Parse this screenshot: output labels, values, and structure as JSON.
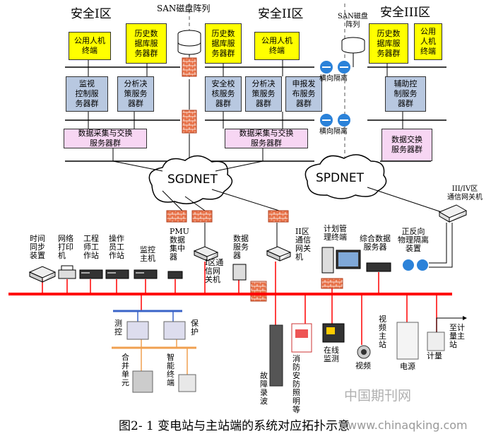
{
  "zones": {
    "zone1": "安全I区",
    "zone2": "安全II区",
    "zone3": "安全III区"
  },
  "san": {
    "top": "SAN磁盘阵列",
    "mid": "SAN磁盘\n阵列"
  },
  "boxes": {
    "z1_public": "公用人机\n终端",
    "z1_history": "历史数\n据库服\n务器群",
    "z1_monitor": "监视\n控制服\n务器群",
    "z1_analysis": "分析决\n策服务\n器群",
    "z1_collect": "数据采集与交换\n服务器群",
    "z2_history": "历史数\n据库服\n务器群",
    "z2_public": "公用人机\n终端",
    "z2_security": "安全校\n核服务\n器群",
    "z2_analysis": "分析决\n策服务\n器群",
    "z2_publish": "申报发\n布服务\n器群",
    "z2_collect": "数据采集与交换\n服务器群",
    "z3_history": "历史数\n据库服\n务器群",
    "z3_public": "公用\n人机\n终端",
    "z3_aux": "辅助控\n制服务\n器群",
    "z3_exchange": "数据交换\n服务器群"
  },
  "isolation": {
    "label1": "横向隔离",
    "label2": "横向隔离"
  },
  "clouds": {
    "sgdnet": "SGDNET",
    "spdnet": "SPDNET"
  },
  "gateway34": "III/IV区\n通信网关机",
  "devices": {
    "time_sync": "时间\n同步\n装置",
    "net_printer": "网络\n打印\n机",
    "eng_ws": "工程\n师工\n作站",
    "op_ws": "操作\n员工\n作站",
    "monitor_host": "监控\n主机",
    "pmu": "PMU\n数据\n集中\n器",
    "gw1": "I区通\n信网\n关机",
    "data_server": "数据\n服务\n器",
    "gw2": "II区\n通信\n网关\n机",
    "plan_terminal": "计划管\n理终端",
    "integ_server": "综合数据\n服务器",
    "phys_iso": "正反向\n物理隔离\n装置"
  },
  "bottom": {
    "measure": "测\n控",
    "protect": "保\n护",
    "merge": "合\n并\n单\n元",
    "smart": "智\n能\n终\n端",
    "fault": "故\n障\n录\n波",
    "fire": "消\n防\n安\n防\n照\n明\n等",
    "online": "在线\n监测",
    "video_host": "视\n频\n主\n站",
    "video": "视频",
    "power": "电源",
    "metering": "计量",
    "metering_main": "至计\n量主\n站"
  },
  "caption": "图2- 1  变电站与主站端的系统对应拓扑示意",
  "watermark": {
    "cn": "中国期刊网",
    "url": "www.chinaqking.com"
  },
  "colors": {
    "ring": "#ff0000",
    "bus_blue": "#3a64c8",
    "bus_orange": "#f0a050",
    "yellow": "#ffff00",
    "blue_box": "#b8c8e0",
    "pink_box": "#f7d6f3",
    "firewall": "#e8734a"
  }
}
